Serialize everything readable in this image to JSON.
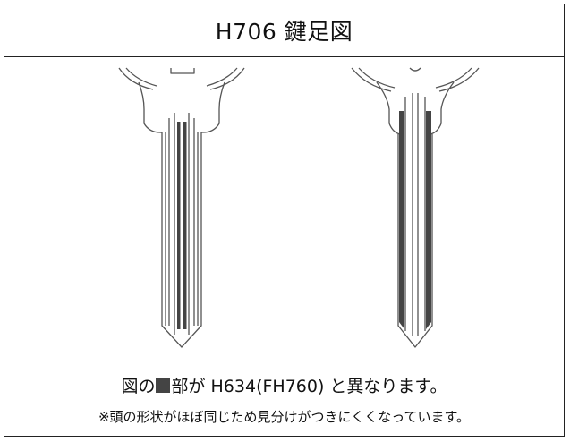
{
  "header": {
    "title": "H706 鍵足図"
  },
  "caption": {
    "main_prefix": "図の",
    "main_suffix": "部が H634(FH760) と異なります。",
    "note": "※頭の形状がほぼ同じため見分けがつきにくくなっています。"
  },
  "colors": {
    "border": "#222222",
    "highlight": "#444444",
    "outline": "#555555"
  },
  "icons": {
    "marker": "filled-square"
  }
}
